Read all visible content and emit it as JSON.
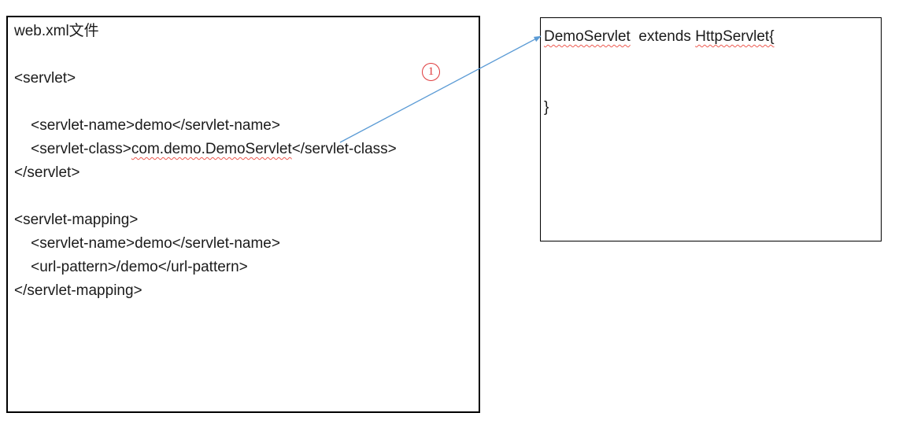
{
  "colors": {
    "connector_blue": "#5B9BD5",
    "error_red": "#ED5A50",
    "callout_red": "#DF3A3C",
    "border_black": "#000000",
    "text_black": "#1b1b1b"
  },
  "left_box": {
    "title": "web.xml文件",
    "lines": [
      {
        "segments": []
      },
      {
        "segments": [
          {
            "text": "<servlet>"
          }
        ]
      },
      {
        "segments": []
      },
      {
        "segments": [
          {
            "text": "    <servlet-name>demo</servlet-name>"
          }
        ]
      },
      {
        "segments": [
          {
            "text": "    <servlet-class>"
          },
          {
            "text": "com.demo.DemoServlet",
            "error": true
          },
          {
            "text": "</servlet-class>"
          }
        ]
      },
      {
        "segments": [
          {
            "text": "</servlet>"
          }
        ]
      },
      {
        "segments": []
      },
      {
        "segments": [
          {
            "text": "<servlet-mapping>"
          }
        ]
      },
      {
        "segments": [
          {
            "text": "    <servlet-name>demo</servlet-name>"
          }
        ]
      },
      {
        "segments": [
          {
            "text": "    <url-pattern>/demo</url-pattern>"
          }
        ]
      },
      {
        "segments": [
          {
            "text": "</servlet-mapping>"
          }
        ]
      }
    ]
  },
  "right_box": {
    "lines": [
      {
        "segments": [
          {
            "text": "DemoServlet",
            "error": true
          },
          {
            "text": "  extends "
          },
          {
            "text": "HttpServlet{",
            "error": true
          }
        ]
      },
      {
        "segments": []
      },
      {
        "segments": []
      },
      {
        "segments": [
          {
            "text": "}"
          }
        ]
      }
    ]
  },
  "callout": {
    "label": "1"
  }
}
